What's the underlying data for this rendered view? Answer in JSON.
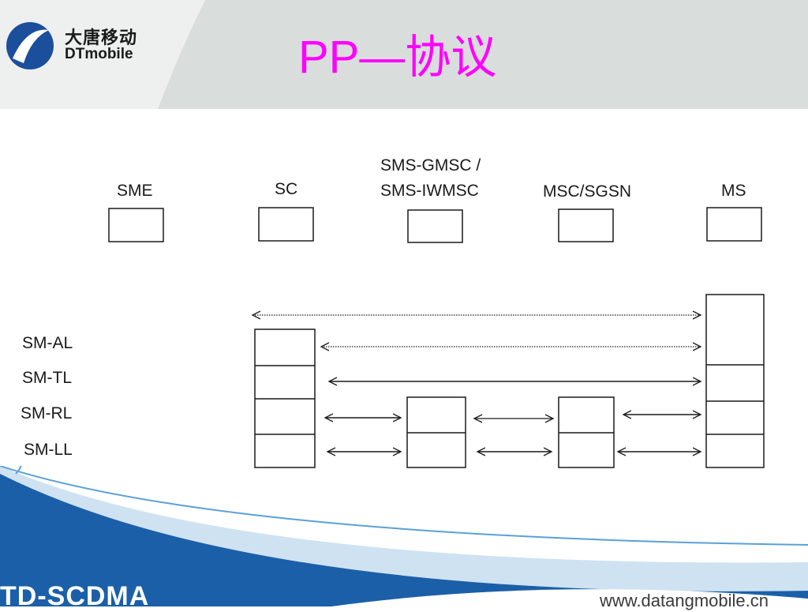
{
  "header": {
    "logo_cn": "大唐移动",
    "logo_en_dt": "DT",
    "logo_en_mobile": "mobile",
    "title": "PP—协议"
  },
  "diagram": {
    "entities": [
      "SME",
      "SC",
      "SMS-GMSC /",
      "SMS-IWMSC",
      "MSC/SGSN",
      "MS"
    ],
    "layers": [
      "SM-AL",
      "SM-TL",
      "SM-RL",
      "SM-LL"
    ]
  },
  "footer": {
    "brand": "TD-SCDMA",
    "url": "www.datangmobile.cn"
  },
  "colors": {
    "title": "#ff00ff",
    "footer_blue": "#1b5fa8",
    "header_grey": "#d9dddc"
  }
}
